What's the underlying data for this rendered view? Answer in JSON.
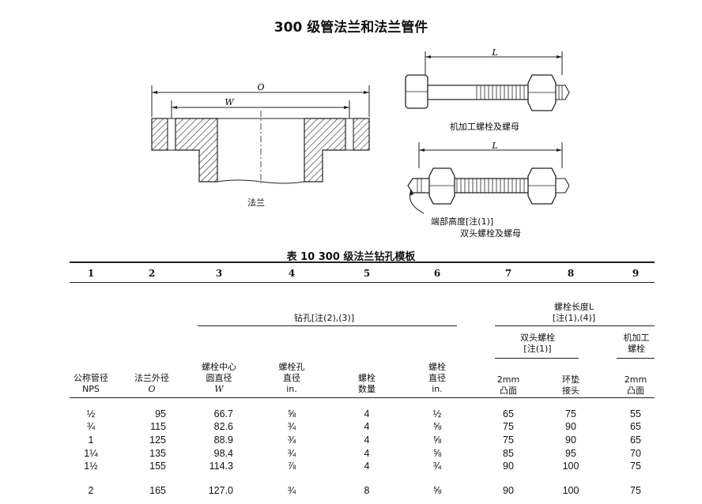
{
  "page_title": "300 级管法兰和法兰管件",
  "figures": {
    "flange_caption": "法兰",
    "dim_O": "O",
    "dim_W": "W",
    "dim_L1": "L",
    "dim_L2": "L",
    "bolt_machine_caption": "机加工螺栓及螺母",
    "stud_end_caption": "端部高度[注(1)]",
    "stud_caption": "双头螺栓及螺母"
  },
  "table": {
    "title": "表 10   300 级法兰钻孔模板",
    "column_numbers": [
      "1",
      "2",
      "3",
      "4",
      "5",
      "6",
      "7",
      "8",
      "9"
    ],
    "group_drilling": "钻孔[注(2),(3)]",
    "group_bolt_length_1": "螺栓长度L",
    "group_bolt_length_2": "[注(1),(4)]",
    "group_stud_1": "双头螺栓",
    "group_stud_2": "[注(1)]",
    "group_machine_1": "机加工",
    "group_machine_2": "螺栓",
    "headers": [
      [
        "公称管径",
        "NPS"
      ],
      [
        "法兰外径",
        "O"
      ],
      [
        "螺栓中心",
        "圆直径",
        "W"
      ],
      [
        "螺栓孔",
        "直径",
        "in."
      ],
      [
        "螺栓",
        "数量"
      ],
      [
        "螺栓",
        "直径",
        "in."
      ],
      [
        "2mm",
        "凸面"
      ],
      [
        "环垫",
        "接头"
      ],
      [
        "2mm",
        "凸面"
      ]
    ],
    "rows": [
      {
        "nps": "½",
        "o": "95",
        "w": "66.7",
        "hole": "⅝",
        "num": "4",
        "dia": "½",
        "c7": "65",
        "c8": "75",
        "c9": "55"
      },
      {
        "nps": "¾",
        "o": "115",
        "w": "82.6",
        "hole": "¾",
        "num": "4",
        "dia": "⅝",
        "c7": "75",
        "c8": "90",
        "c9": "65"
      },
      {
        "nps": "1",
        "o": "125",
        "w": "88.9",
        "hole": "¾",
        "num": "4",
        "dia": "⅝",
        "c7": "75",
        "c8": "90",
        "c9": "65"
      },
      {
        "nps": "1¼",
        "o": "135",
        "w": "98.4",
        "hole": "¾",
        "num": "4",
        "dia": "⅝",
        "c7": "85",
        "c8": "95",
        "c9": "70"
      },
      {
        "nps": "1½",
        "o": "155",
        "w": "114.3",
        "hole": "⅞",
        "num": "4",
        "dia": "¾",
        "c7": "90",
        "c8": "100",
        "c9": "75"
      },
      {
        "nps": "2",
        "o": "165",
        "w": "127.0",
        "hole": "¾",
        "num": "8",
        "dia": "⅝",
        "c7": "90",
        "c8": "100",
        "c9": "75"
      }
    ]
  }
}
